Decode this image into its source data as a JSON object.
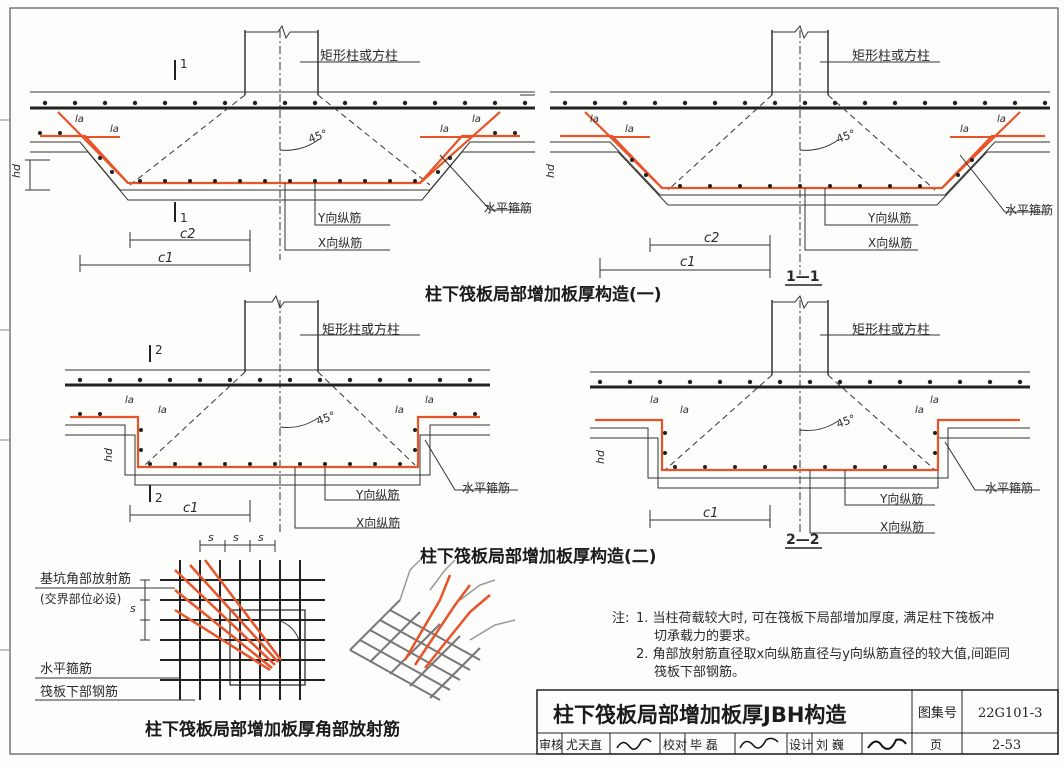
{
  "labels": {
    "column": "矩形柱或方柱",
    "y_bars": "Y向纵筋",
    "x_bars": "X向纵筋",
    "hoop": "水平箍筋",
    "angle": "45°",
    "la": "la",
    "hd": "hd",
    "c1": "c1",
    "c2": "c2",
    "cut1": "1",
    "cut2": "2",
    "sec11": "1—1",
    "sec22": "2—2",
    "s": "s"
  },
  "titles": {
    "fig1": "柱下筏板局部增加板厚构造(一)",
    "fig2": "柱下筏板局部增加板厚构造(二)",
    "fig3": "柱下筏板局部增加板厚角部放射筋"
  },
  "corner": {
    "radial": "基坑角部放射筋",
    "radial_note": "(交界部位必设)",
    "hoop": "水平箍筋",
    "bottom": "筏板下部钢筋"
  },
  "notes": {
    "head": "注:",
    "n1a": "1. 当柱荷载较大时, 可在筏板下局部增加厚度, 满足柱下筏板冲",
    "n1b": "切承载力的要求。",
    "n2a": "2. 角部放射筋直径取x向纵筋直径与y向纵筋直径的较大值,间距同",
    "n2b": "筏板下部钢筋。"
  },
  "title_block": {
    "main": "柱下筏板局部增加板厚JBH构造",
    "atlas_label": "图集号",
    "atlas_no": "22G101-3",
    "review": "审核",
    "reviewer": "尤天直",
    "check": "校对",
    "checker": "毕 磊",
    "design": "设计",
    "designer": "刘 巍",
    "page_label": "页",
    "page_no": "2-53"
  },
  "colors": {
    "rebar": "#e8542a",
    "line": "#333333"
  }
}
